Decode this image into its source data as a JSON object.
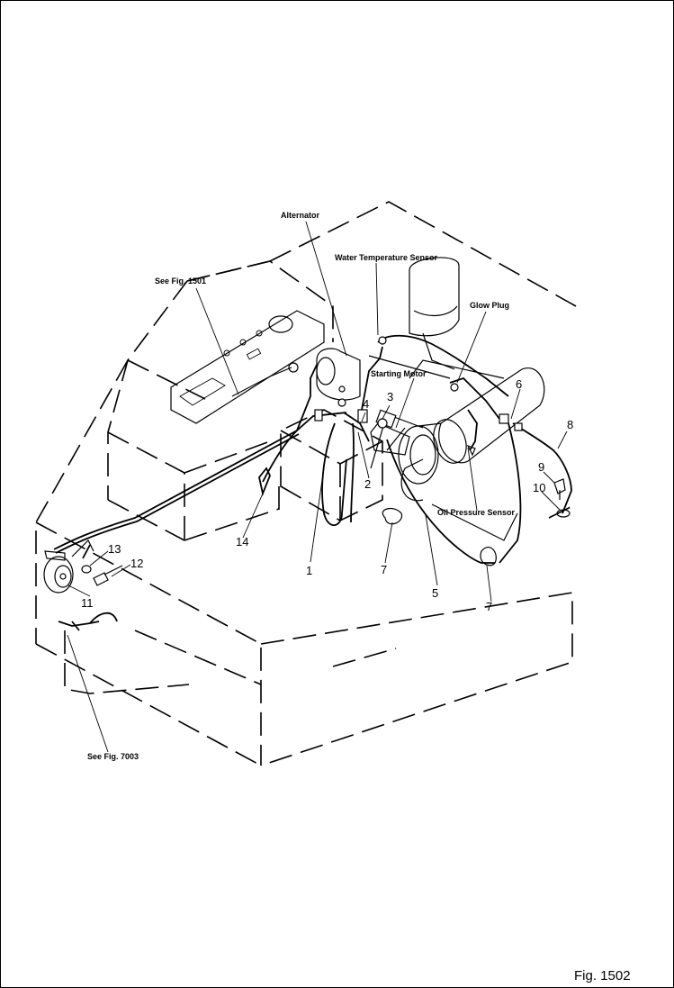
{
  "figure": {
    "caption": "Fig. 1502"
  },
  "labels": {
    "alternator": "Alternator",
    "water_temperature_sensor": "Water Temperature Sensor",
    "see_fig_1501": "See Fig. 1501",
    "glow_plug": "Glow Plug",
    "starting_motor": "Starting Motor",
    "oil_pressure_sensor": "Oil Pressure Sensor",
    "see_fig_7003": "See Fig. 7003"
  },
  "part_numbers": {
    "p1": "1",
    "p2": "2",
    "p3": "3",
    "p4": "4",
    "p5": "5",
    "p6": "6",
    "p7a": "7",
    "p7b": "7",
    "p8": "8",
    "p9": "9",
    "p10": "10",
    "p11": "11",
    "p12": "12",
    "p13": "13",
    "p14": "14"
  }
}
